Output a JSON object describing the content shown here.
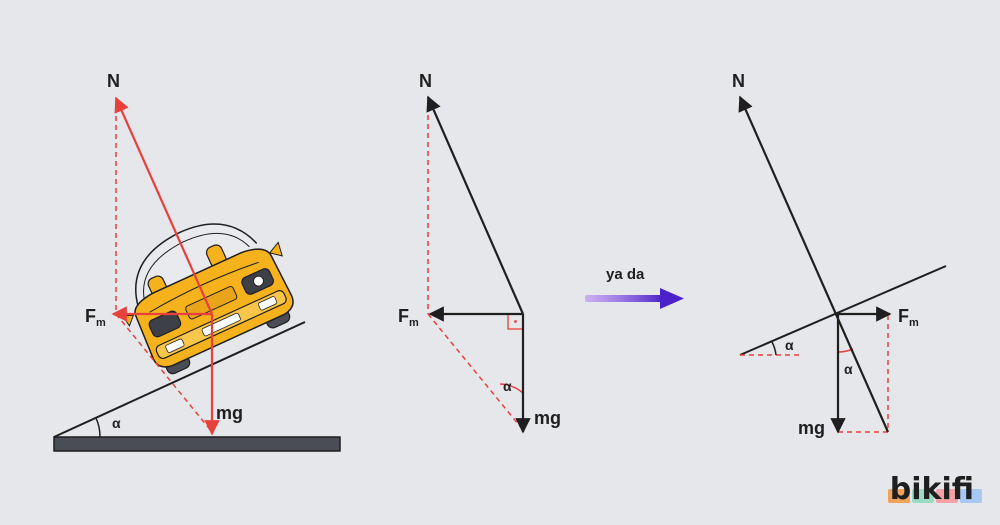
{
  "labels": {
    "normal": "N",
    "friction": "F",
    "friction_sub": "m",
    "weight": "mg",
    "angle": "α",
    "or_text": "ya da"
  },
  "colors": {
    "background": "#e6e7ea",
    "force_red": "#e8413c",
    "force_black": "#1f1f1f",
    "car_yellow": "#f5b21d",
    "ramp": "#4a4d55",
    "arrow_purple": "#5b2bd1"
  },
  "logo": {
    "text": "bikifi"
  }
}
